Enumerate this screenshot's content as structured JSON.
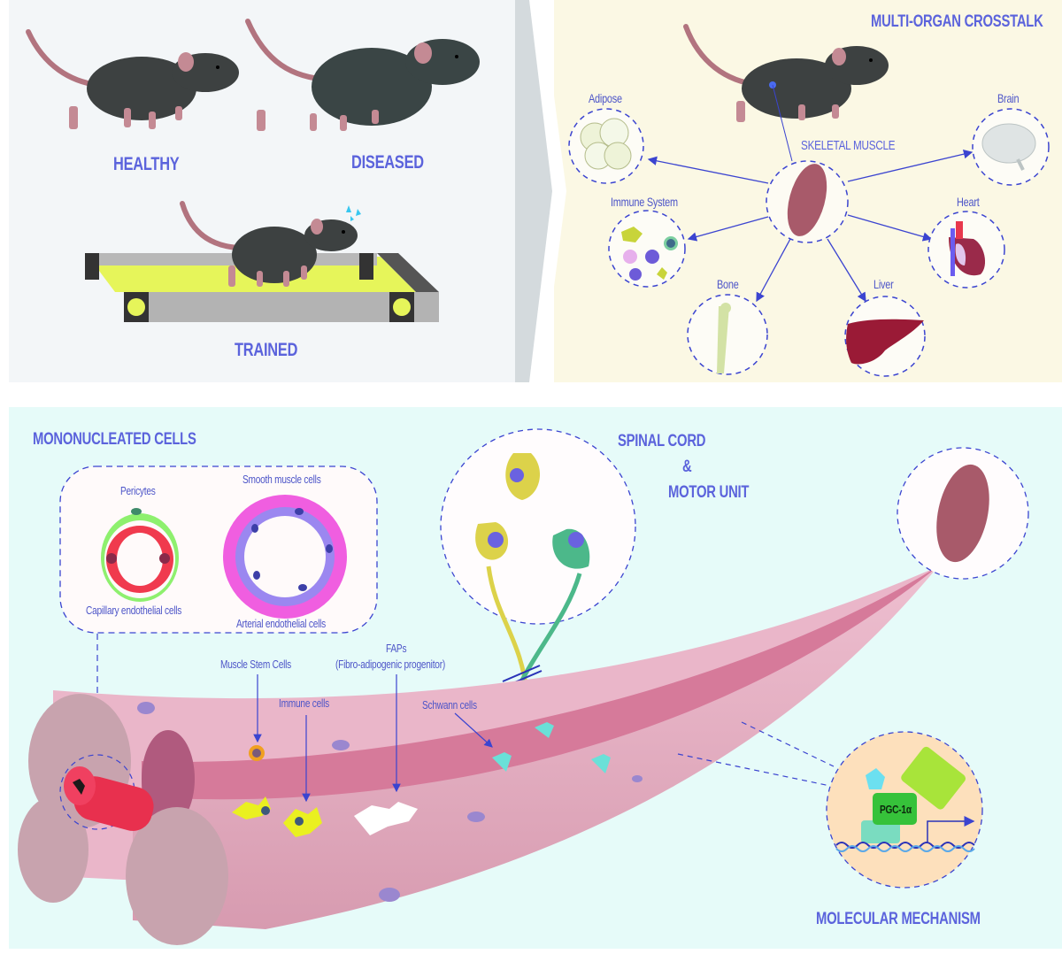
{
  "top_left": {
    "states": [
      {
        "label": "HEALTHY"
      },
      {
        "label": "DISEASED"
      },
      {
        "label": "TRAINED"
      }
    ]
  },
  "top_right": {
    "title": "MULTI-ORGAN CROSSTALK",
    "center": "SKELETAL MUSCLE",
    "organs": [
      {
        "label": "Adipose"
      },
      {
        "label": "Immune System"
      },
      {
        "label": "Bone"
      },
      {
        "label": "Liver"
      },
      {
        "label": "Heart"
      },
      {
        "label": "Brain"
      }
    ]
  },
  "bottom": {
    "mononucleated": {
      "title": "MONONUCLEATED CELLS",
      "pericytes": "Pericytes",
      "capillary": "Capillary endothelial cells",
      "smooth_muscle": "Smooth muscle cells",
      "arterial": "Arterial endothelial cells"
    },
    "spinal": {
      "line1": "SPINAL CORD",
      "line2": "&",
      "line3": "MOTOR UNIT"
    },
    "annotations": {
      "muscle_stem": "Muscle Stem Cells",
      "immune": "Immune cells",
      "faps": "FAPs",
      "faps_full": "(Fibro-adipogenic progenitor)",
      "schwann": "Schwann cells"
    },
    "molecular": {
      "title": "MOLECULAR MECHANISM",
      "protein": "PGC-1α"
    }
  },
  "colors": {
    "label_blue": "#5b63dc",
    "muscle_red": "#a85a6a",
    "mouse_dark": "#3a3d3d",
    "treadmill_yellow": "#e6f55a",
    "fiber_pink": "#e8b3c8"
  }
}
